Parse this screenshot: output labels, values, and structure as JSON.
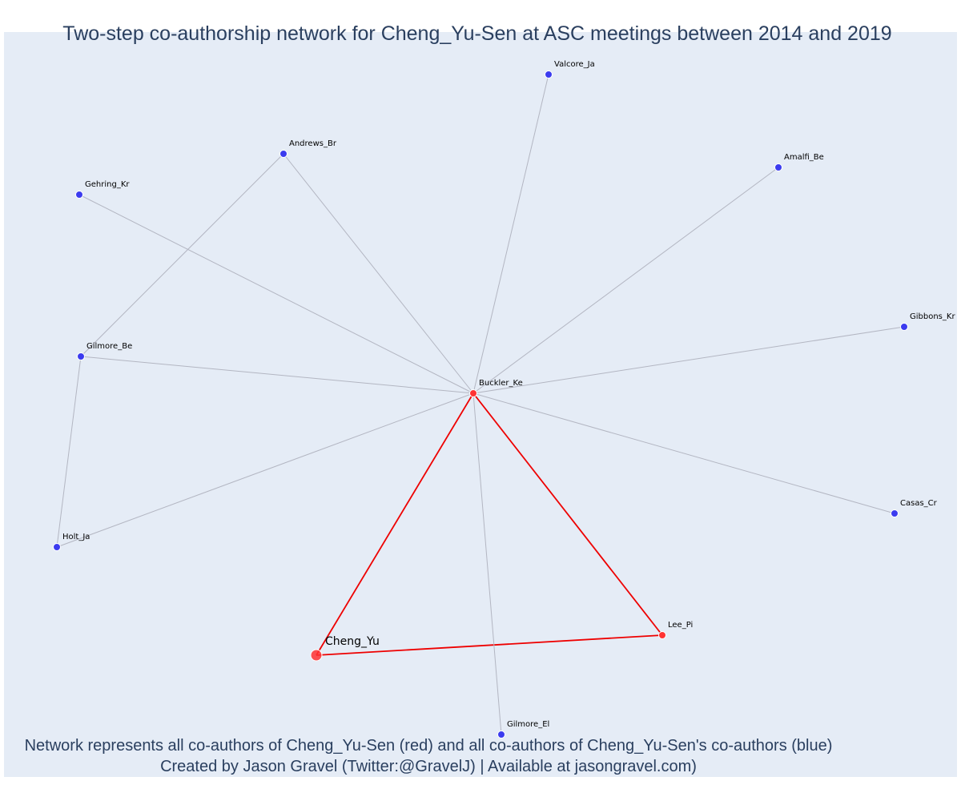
{
  "title": "Two-step co-authorship network for Cheng_Yu-Sen at ASC meetings between 2014 and 2019",
  "footer": {
    "line1": "Network represents all co-authors of Cheng_Yu-Sen (red) and all co-authors of Cheng_Yu-Sen's co-authors (blue)",
    "line2": "Created by Jason Gravel (Twitter:@GravelJ) | Available at jasongravel.com)"
  },
  "colors": {
    "background": "#e5ecf6",
    "first_degree": "#ff3333",
    "second_degree": "#3b3bef",
    "edge_default": "#b3b6c2",
    "edge_focal": "#ee0000",
    "title_text": "#2a3f5f"
  },
  "nodes": [
    {
      "id": "Cheng_Yu",
      "group": "focal"
    },
    {
      "id": "Buckler_Ke",
      "group": "first"
    },
    {
      "id": "Lee_Pi",
      "group": "first"
    },
    {
      "id": "Valcore_Ja",
      "group": "second"
    },
    {
      "id": "Andrews_Br",
      "group": "second"
    },
    {
      "id": "Gehring_Kr",
      "group": "second"
    },
    {
      "id": "Amalfi_Be",
      "group": "second"
    },
    {
      "id": "Gibbons_Kr",
      "group": "second"
    },
    {
      "id": "Gilmore_Be",
      "group": "second"
    },
    {
      "id": "Casas_Cr",
      "group": "second"
    },
    {
      "id": "Holt_Ja",
      "group": "second"
    },
    {
      "id": "Gilmore_El",
      "group": "second"
    }
  ],
  "edges": [
    {
      "source": "Cheng_Yu",
      "target": "Buckler_Ke",
      "focal": true
    },
    {
      "source": "Cheng_Yu",
      "target": "Lee_Pi",
      "focal": true
    },
    {
      "source": "Buckler_Ke",
      "target": "Lee_Pi",
      "focal": true
    },
    {
      "source": "Buckler_Ke",
      "target": "Valcore_Ja",
      "focal": false
    },
    {
      "source": "Buckler_Ke",
      "target": "Andrews_Br",
      "focal": false
    },
    {
      "source": "Buckler_Ke",
      "target": "Gehring_Kr",
      "focal": false
    },
    {
      "source": "Buckler_Ke",
      "target": "Amalfi_Be",
      "focal": false
    },
    {
      "source": "Buckler_Ke",
      "target": "Gibbons_Kr",
      "focal": false
    },
    {
      "source": "Buckler_Ke",
      "target": "Gilmore_Be",
      "focal": false
    },
    {
      "source": "Buckler_Ke",
      "target": "Casas_Cr",
      "focal": false
    },
    {
      "source": "Buckler_Ke",
      "target": "Holt_Ja",
      "focal": false
    },
    {
      "source": "Buckler_Ke",
      "target": "Gilmore_El",
      "focal": false
    },
    {
      "source": "Andrews_Br",
      "target": "Gilmore_Be",
      "focal": false
    },
    {
      "source": "Gilmore_Be",
      "target": "Holt_Ja",
      "focal": false
    }
  ]
}
